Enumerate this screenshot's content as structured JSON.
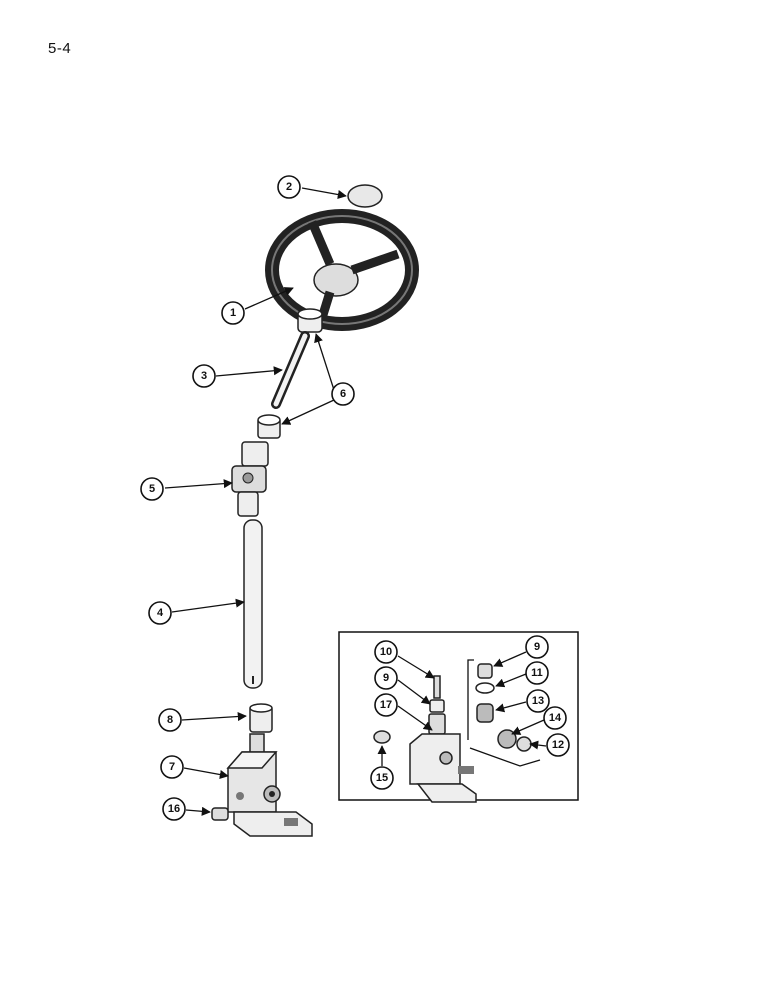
{
  "page": {
    "number": "5-4"
  },
  "callouts": [
    {
      "id": "c1",
      "label": "1"
    },
    {
      "id": "c2",
      "label": "2"
    },
    {
      "id": "c3",
      "label": "3"
    },
    {
      "id": "c4",
      "label": "4"
    },
    {
      "id": "c5",
      "label": "5"
    },
    {
      "id": "c6",
      "label": "6"
    },
    {
      "id": "c7",
      "label": "7"
    },
    {
      "id": "c8",
      "label": "8"
    },
    {
      "id": "c16",
      "label": "16"
    },
    {
      "id": "i10",
      "label": "10"
    },
    {
      "id": "i9a",
      "label": "9"
    },
    {
      "id": "i9b",
      "label": "9"
    },
    {
      "id": "i11",
      "label": "11"
    },
    {
      "id": "i17",
      "label": "17"
    },
    {
      "id": "i13",
      "label": "13"
    },
    {
      "id": "i14",
      "label": "14"
    },
    {
      "id": "i12",
      "label": "12"
    },
    {
      "id": "i15",
      "label": "15"
    }
  ]
}
